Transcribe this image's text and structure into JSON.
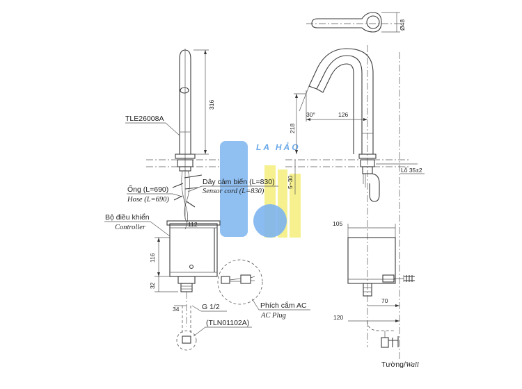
{
  "watermark": {
    "text": "LA HẢO",
    "blue": "#7db4f0",
    "yellow": "#f5ee7a"
  },
  "labels": {
    "faucet_model": "TLE26008A",
    "sensor_cord_vi": "Dây cảm biến (L=830)",
    "sensor_cord_en": "Sensor cord (L=830)",
    "hose_vi": "Ống (L=690)",
    "hose_en": "Hose (L=690)",
    "controller_vi": "Bộ điều khiển",
    "controller_en": "Controller",
    "thread": "G 1/2",
    "valve_model": "(TLN01102A)",
    "ac_plug_vi": "Phích cắm AC",
    "ac_plug_en": "AC Plug",
    "wall": "Tường/",
    "wall_en": "Wall",
    "hole": "Lỗ 35±2"
  },
  "dimensions": {
    "spout_height": "316",
    "controller_width_front": "112",
    "controller_height": "116",
    "bottom_gap": "32",
    "fitting": "34",
    "top_diameter": "Ø48",
    "spout_reach": "126",
    "spout_rise": "218",
    "angle": "30°",
    "counter_thickness": "5~30",
    "controller_width_side": "105",
    "plug_offset": "70",
    "wall_offset": "120"
  }
}
